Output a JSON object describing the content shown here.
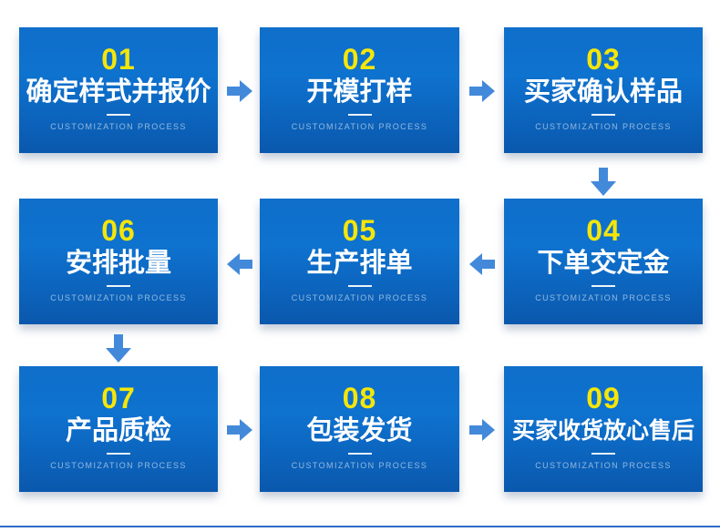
{
  "process": {
    "subtitle": "CUSTOMIZATION PROCESS",
    "steps": [
      {
        "number": "01",
        "title": "确定样式并报价"
      },
      {
        "number": "02",
        "title": "开模打样"
      },
      {
        "number": "03",
        "title": "买家确认样品"
      },
      {
        "number": "04",
        "title": "下单交定金"
      },
      {
        "number": "05",
        "title": "生产排单"
      },
      {
        "number": "06",
        "title": "安排批量"
      },
      {
        "number": "07",
        "title": "产品质检"
      },
      {
        "number": "08",
        "title": "包装发货"
      },
      {
        "number": "09",
        "title": "买家收货放心售后"
      }
    ]
  },
  "colors": {
    "box_grad_top": "#0f6fca",
    "box_grad_mid": "#0e72cf",
    "box_grad_bottom": "#0a58ad",
    "number_color": "#f5e60a",
    "title_color": "#ffffff",
    "arrow_color": "#4389da",
    "bottom_line_color": "#2e6cc8"
  }
}
